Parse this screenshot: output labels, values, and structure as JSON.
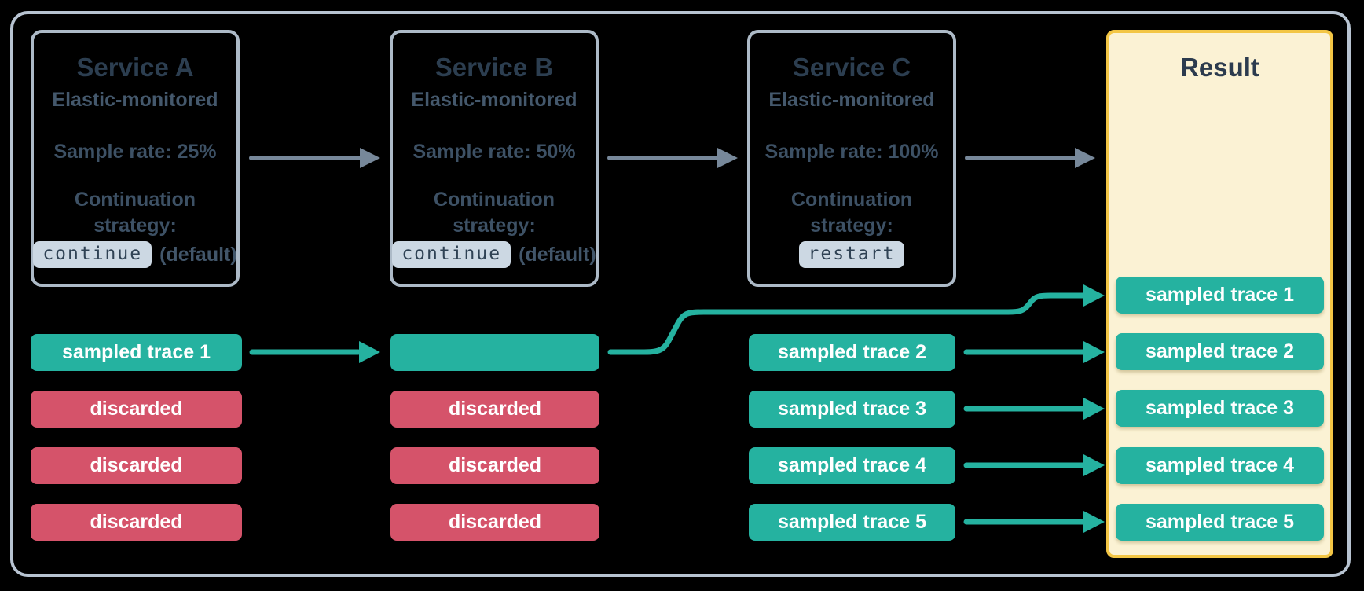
{
  "colors": {
    "background": "#000000",
    "outer_border": "#B7C3D1",
    "service_border": "#ADBAC7",
    "title_text": "#2C3E50",
    "body_text": "#44586C",
    "chip_bg": "#CCD8E3",
    "chip_text": "#2F4254",
    "teal": "#25B2A0",
    "red": "#D5536A",
    "gray_arrow": "#77889A",
    "result_bg": "#FBF2D4",
    "result_border": "#F3C645",
    "trace_text": "#FFFFFF"
  },
  "services": [
    {
      "title": "Service A",
      "monitored": "Elastic-monitored",
      "sample_rate": "Sample rate: 25%",
      "continuation_label_line1": "Continuation",
      "continuation_label_line2": "strategy:",
      "strategy_value": "continue",
      "strategy_suffix": "(default)"
    },
    {
      "title": "Service B",
      "monitored": "Elastic-monitored",
      "sample_rate": "Sample rate: 50%",
      "continuation_label_line1": "Continuation",
      "continuation_label_line2": "strategy:",
      "strategy_value": "continue",
      "strategy_suffix": "(default)"
    },
    {
      "title": "Service C",
      "monitored": "Elastic-monitored",
      "sample_rate": "Sample rate: 100%",
      "continuation_label_line1": "Continuation",
      "continuation_label_line2": "strategy:",
      "strategy_value": "restart",
      "strategy_suffix": ""
    }
  ],
  "result": {
    "title": "Result",
    "rows": [
      "sampled trace 1",
      "sampled trace 2",
      "sampled trace 3",
      "sampled trace 4",
      "sampled trace 5"
    ]
  },
  "lanes": {
    "service_a": [
      "sampled trace 1",
      "discarded",
      "discarded",
      "discarded"
    ],
    "service_b": [
      "",
      "discarded",
      "discarded",
      "discarded"
    ],
    "service_c": [
      "sampled trace 2",
      "sampled trace 3",
      "sampled trace 4",
      "sampled trace 5"
    ]
  }
}
